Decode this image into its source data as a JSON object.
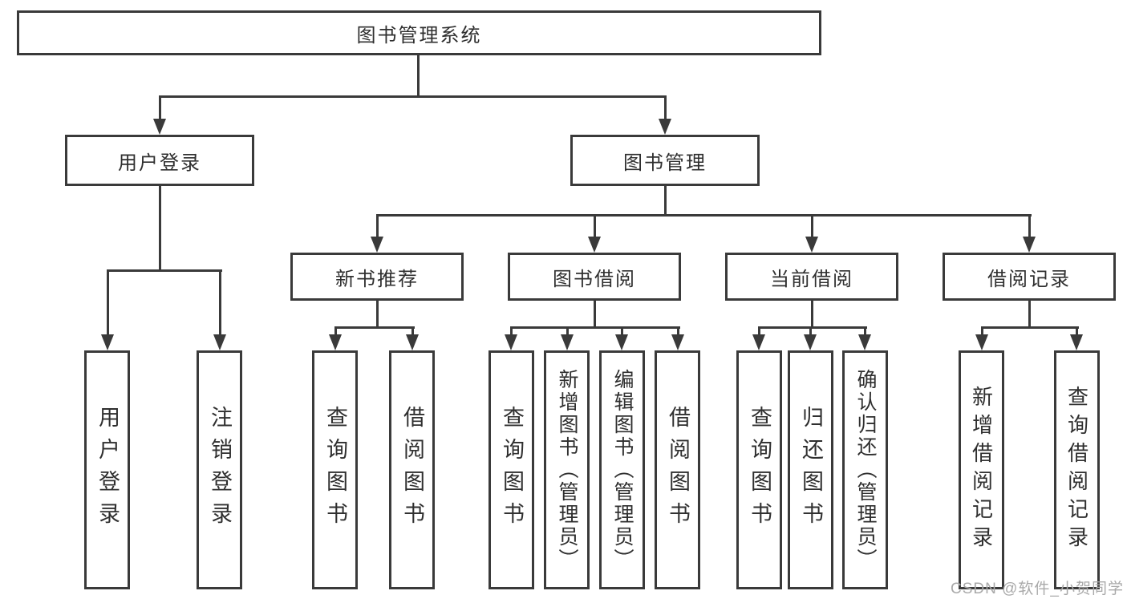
{
  "diagram": {
    "root": "图书管理系统",
    "level2": {
      "user_login": "用户登录",
      "book_mgmt": "图书管理"
    },
    "level3": {
      "new_books": "新书推荐",
      "borrowing": "图书借阅",
      "current": "当前借阅",
      "records": "借阅记录"
    },
    "leaves": {
      "login": "用户登录",
      "logout": "注销登录",
      "nb_query": "查询图书",
      "nb_borrow": "借阅图书",
      "bw_query": "查询图书",
      "bw_add": "新增图书（管理员）",
      "bw_edit": "编辑图书（管理员）",
      "bw_borrow": "借阅图书",
      "cur_query": "查询图书",
      "cur_return": "归还图书",
      "cur_confirm": "确认归还（管理员）",
      "rec_add": "新增借阅记录",
      "rec_query": "查询借阅记录"
    }
  },
  "watermark": "CSDN @软件_小贺同学",
  "colors": {
    "line": "#3a3a3a",
    "text": "#2f2f2f",
    "watermark": "#a9a9a9",
    "background": "#ffffff"
  }
}
